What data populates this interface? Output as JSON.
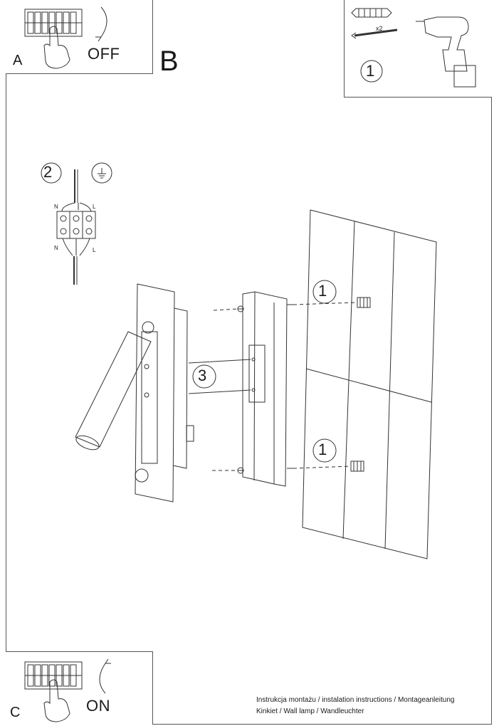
{
  "steps": {
    "a_letter": "A",
    "a_switch_label": "OFF",
    "b_letter": "B",
    "c_letter": "C",
    "c_switch_label": "ON"
  },
  "tools": {
    "anchor_count": "x2",
    "step_number": "1"
  },
  "wiring": {
    "step_number": "2",
    "neutral_label": "N",
    "live_label": "L"
  },
  "assembly": {
    "screw_step_top": "1",
    "screw_step_bottom": "1",
    "mount_step": "3"
  },
  "caption": {
    "line1": "Instrukcja montażu / instalation instructions / Montageanleitung",
    "line2": "Kinkiet / Wall lamp / Wandleuchter"
  }
}
